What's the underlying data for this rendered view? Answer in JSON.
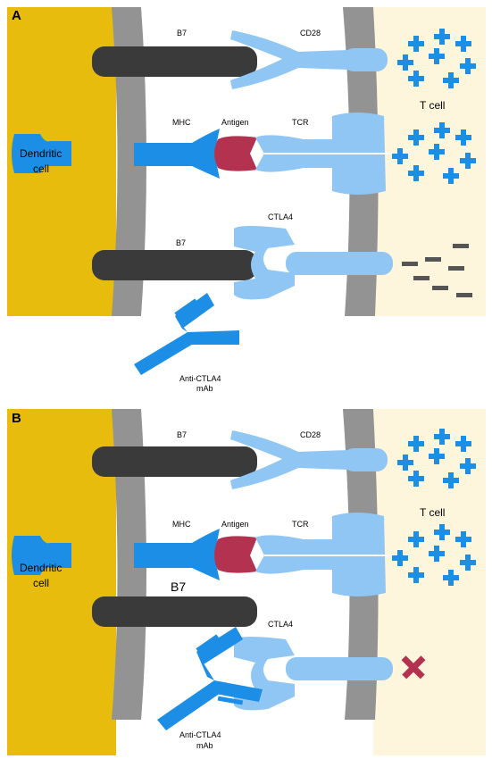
{
  "colors": {
    "dendritic": "#e8bc0c",
    "tcell": "#fdf6dc",
    "membrane": "#939393",
    "b7": "#3a3a3a",
    "mhc": "#1d8ee6",
    "antigen": "#b3324f",
    "tcr": "#8fc6f3",
    "plus": "#1d8ee6",
    "minus": "#555555",
    "block": "#b3324f"
  },
  "panel_a": {
    "letter": "A",
    "b7_top": "B7",
    "cd28": "CD28",
    "mhc": "MHC",
    "antigen": "Antigen",
    "tcr": "TCR",
    "t_cell": "T cell",
    "dendritic_line1": "Dendritic",
    "dendritic_line2": "cell",
    "b7_bottom": "B7",
    "ctla4": "CTLA4",
    "antibody_line1": "Anti-CTLA4",
    "antibody_line2": "mAb"
  },
  "panel_b": {
    "letter": "B",
    "b7_top": "B7",
    "cd28": "CD28",
    "mhc": "MHC",
    "antigen": "Antigen",
    "tcr": "TCR",
    "t_cell": "T cell",
    "dendritic_line1": "Dendritic",
    "dendritic_line2": "cell",
    "b7_bottom": "B7",
    "ctla4": "CTLA4",
    "antibody_line1": "Anti-CTLA4",
    "antibody_line2": "mAb"
  }
}
